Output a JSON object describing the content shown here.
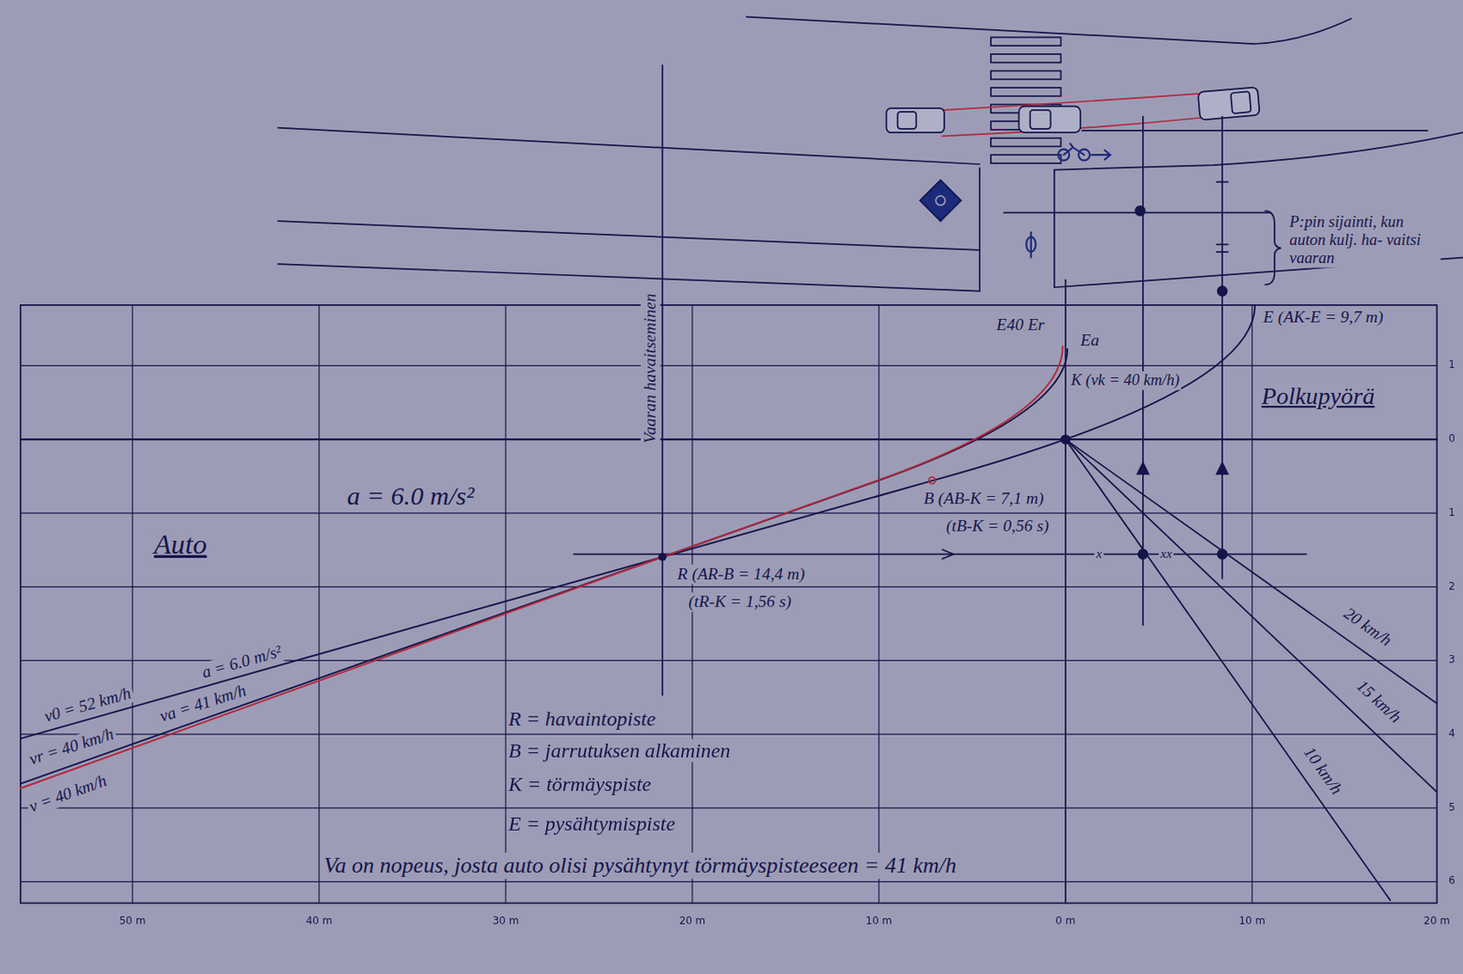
{
  "diagram": {
    "labels": [
      "Vaaran havaitseminen",
      "P:pin sijainti, kun auton kulj. ha- vaitsi vaaran",
      "E40 Er",
      "Ea",
      "E (AK-E = 9,7 m)",
      "K (vk = 40 km/h)",
      "Polkupyörä",
      "a = 6.0 m/s²",
      "B (AB-K = 7,1 m)",
      "(tB-K = 0,56 s)",
      "R (AR-B = 14,4 m)",
      "(tR-K = 1,56 s)",
      "Auto",
      "v0 = 52 km/h",
      "a = 6.0 m/s²",
      "vr = 40 km/h",
      "va = 41 km/h",
      "v = 40 km/h",
      "R = havaintopiste",
      "B = jarrutuksen alkaminen",
      "K = törmäyspiste",
      "E = pysähtymispiste",
      "Va on nopeus, josta auto olisi pysähtynyt törmäyspisteeseen = 41 km/h",
      "20 km/h",
      "15 km/h",
      "10 km/h",
      "50 m",
      "40 m",
      "30 m",
      "20 m",
      "10 m",
      "0 m",
      "10 m",
      "20 m",
      "1",
      "0",
      "1",
      "2",
      "3",
      "4",
      "5",
      "6",
      "x",
      "xx"
    ]
  }
}
